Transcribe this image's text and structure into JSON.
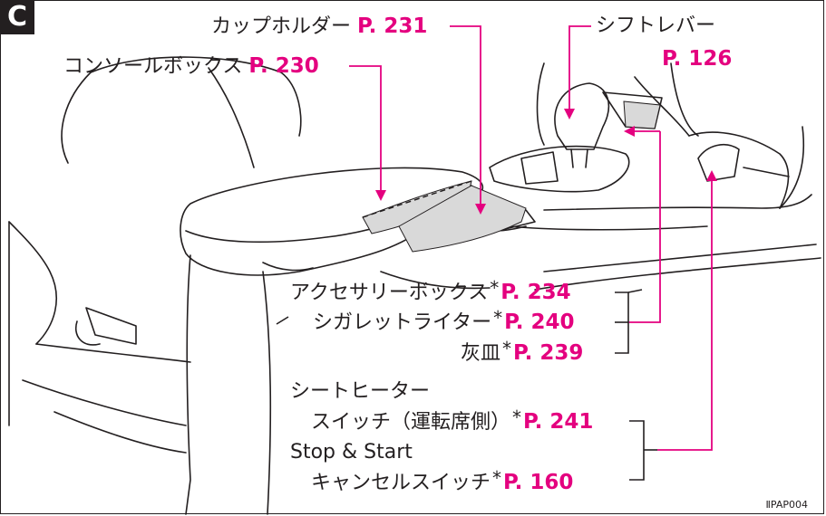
{
  "section_badge": "C",
  "labels": {
    "cup_holder": {
      "text": "カップホルダー",
      "ref": "P. 231"
    },
    "console_box": {
      "text": "コンソールボックス",
      "ref": "P. 230"
    },
    "shift_lever": {
      "text": "シフトレバー",
      "ref": "P. 126"
    },
    "accessory_box": {
      "text": "アクセサリーボックス",
      "star": "*",
      "ref": "P. 234"
    },
    "cigarette_lighter": {
      "text": "シガレットライター",
      "star": "*",
      "ref": "P. 240"
    },
    "ashtray": {
      "text": "灰皿",
      "star": "*",
      "ref": "P. 239"
    },
    "seat_heater_line1": "シートヒーター",
    "seat_heater": {
      "text": "スイッチ（運転席側）",
      "star": "*",
      "ref": "P. 241"
    },
    "stop_start_line1": "Stop & Start",
    "stop_start": {
      "text": "キャンセルスイッチ",
      "star": "*",
      "ref": "P. 160"
    }
  },
  "figure_code": "ⅡPAP004",
  "colors": {
    "accent": "#e4007f",
    "line": "#231f20",
    "highlight": "#d9d9d9"
  }
}
